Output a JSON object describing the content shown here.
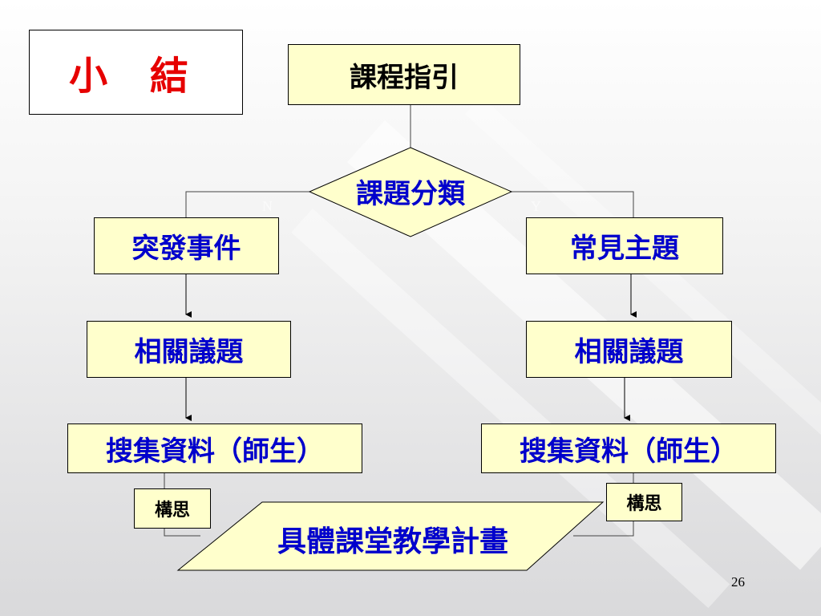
{
  "title": "小 結",
  "course_guide": "課程指引",
  "classification": "課題分類",
  "left_branch": {
    "category": "突發事件",
    "issues": "相關議題",
    "collect": "搜集資料（師生）",
    "plan_label": "構思"
  },
  "right_branch": {
    "category": "常見主題",
    "issues": "相關議題",
    "collect": "搜集資料（師生）",
    "plan_label": "構思"
  },
  "result": "具體課堂教學計畫",
  "page_number": "26",
  "colors": {
    "box_fill": "#ffffcc",
    "blue_text": "#0000cc",
    "title_red": "#e60000"
  }
}
